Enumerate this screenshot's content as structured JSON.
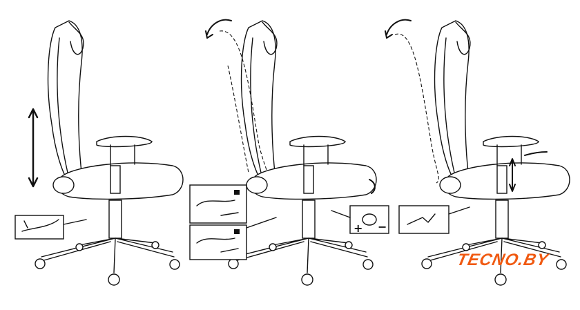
{
  "logo": {
    "text": "TECNO.BY",
    "color": "#f05a12"
  },
  "figures": [
    {
      "name": "seat-height-adjustment"
    },
    {
      "name": "backrest-recline-adjustment"
    },
    {
      "name": "tilt-and-armrest-adjustment"
    }
  ]
}
